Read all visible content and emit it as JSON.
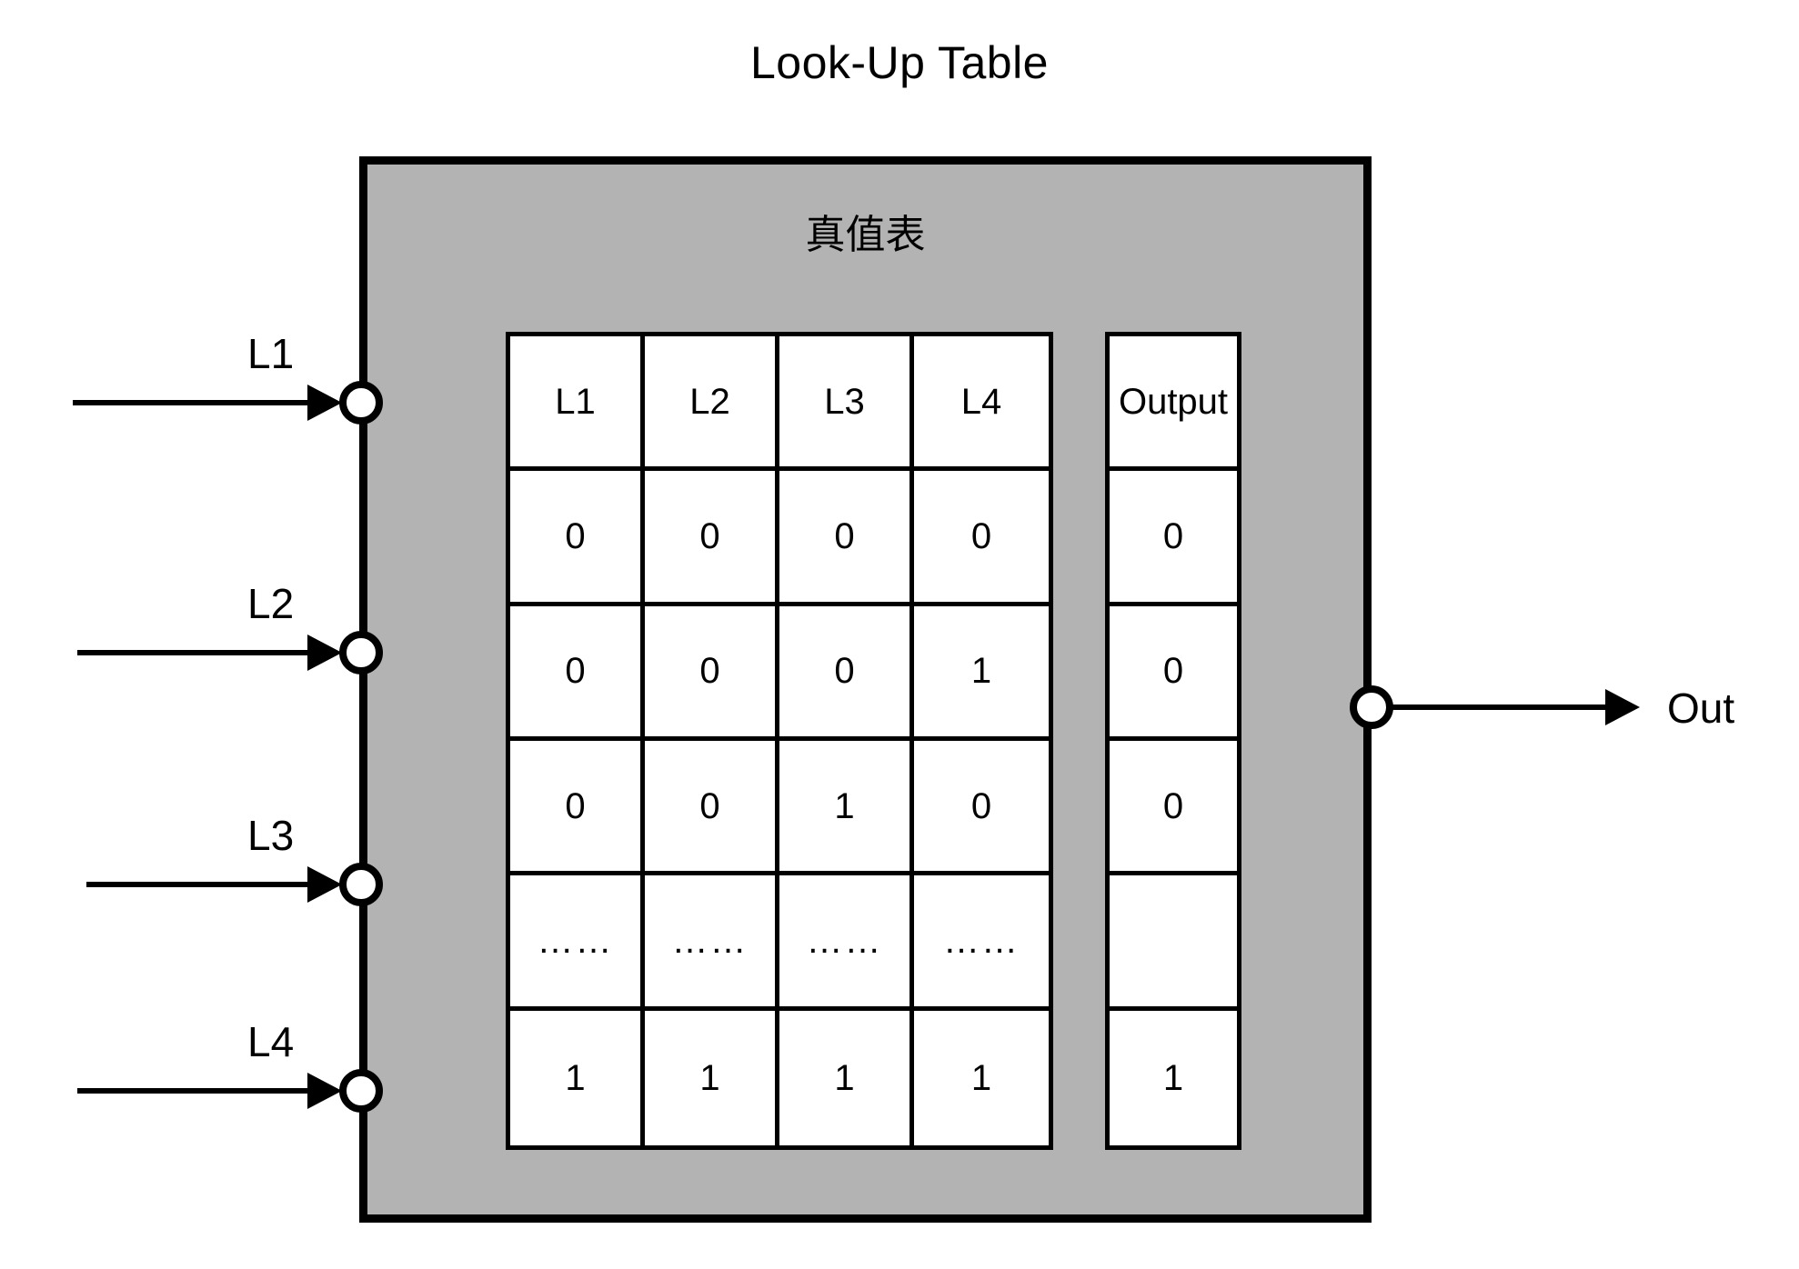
{
  "diagram": {
    "title": "Look-Up Table",
    "subtitle": "真值表",
    "box_color": "#b3b3b3",
    "line_color": "#000000",
    "inputs": [
      {
        "label": "L1"
      },
      {
        "label": "L2"
      },
      {
        "label": "L3"
      },
      {
        "label": "L4"
      }
    ],
    "output": {
      "label": "Out"
    }
  },
  "chart_data": {
    "type": "table",
    "title": "真值表",
    "columns": [
      "L1",
      "L2",
      "L3",
      "L4"
    ],
    "output_column": "Output",
    "rows": [
      {
        "inputs": [
          "0",
          "0",
          "0",
          "0"
        ],
        "output": "0"
      },
      {
        "inputs": [
          "0",
          "0",
          "0",
          "1"
        ],
        "output": "0"
      },
      {
        "inputs": [
          "0",
          "0",
          "1",
          "0"
        ],
        "output": "0"
      },
      {
        "inputs": [
          "……",
          "……",
          "……",
          "……"
        ],
        "output": ""
      },
      {
        "inputs": [
          "1",
          "1",
          "1",
          "1"
        ],
        "output": "1"
      }
    ]
  }
}
